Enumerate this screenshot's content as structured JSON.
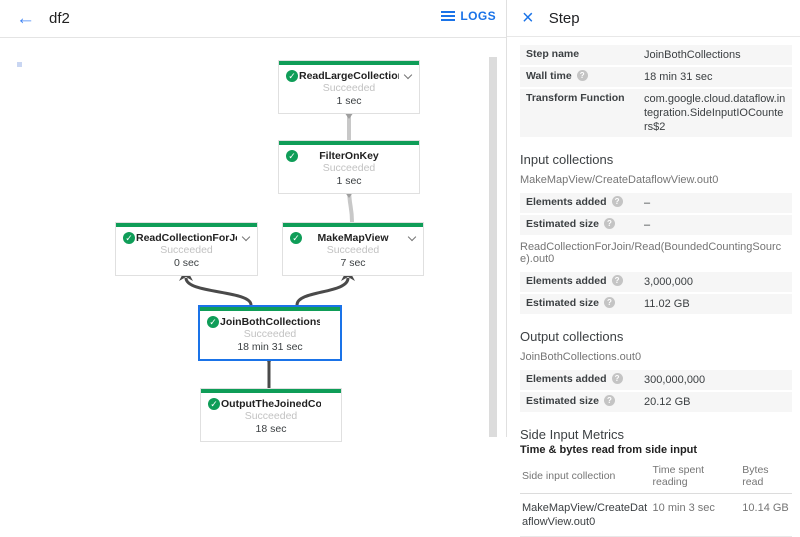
{
  "topbar": {
    "title": "df2",
    "logs_label": "LOGS"
  },
  "icons": {
    "back_arrow": "←",
    "close": "×"
  },
  "graph": {
    "nodes": [
      {
        "title": "ReadLargeCollectionFr...",
        "status": "Succeeded",
        "duration": "1 sec"
      },
      {
        "title": "FilterOnKey",
        "status": "Succeeded",
        "duration": "1 sec"
      },
      {
        "title": "ReadCollectionForJoin",
        "status": "Succeeded",
        "duration": "0 sec"
      },
      {
        "title": "MakeMapView",
        "status": "Succeeded",
        "duration": "7 sec"
      },
      {
        "title": "JoinBothCollections",
        "status": "Succeeded",
        "duration": "18 min 31 sec"
      },
      {
        "title": "OutputTheJoinedCollec...",
        "status": "Succeeded",
        "duration": "18 sec"
      }
    ]
  },
  "panel": {
    "title": "Step",
    "summary": [
      {
        "label": "Step name",
        "value": "JoinBothCollections"
      },
      {
        "label": "Wall time",
        "value": "18 min 31 sec"
      },
      {
        "label": "Transform Function",
        "value": "com.google.cloud.dataflow.integration.SideInputIOCounters$2"
      }
    ],
    "input_collections": {
      "title": "Input collections",
      "groups": [
        {
          "name": "MakeMapView/CreateDataflowView.out0",
          "rows": [
            {
              "label": "Elements added",
              "value": "–"
            },
            {
              "label": "Estimated size",
              "value": "–"
            }
          ]
        },
        {
          "name": "ReadCollectionForJoin/Read(BoundedCountingSource).out0",
          "rows": [
            {
              "label": "Elements added",
              "value": "3,000,000"
            },
            {
              "label": "Estimated size",
              "value": "11.02 GB"
            }
          ]
        }
      ]
    },
    "output_collections": {
      "title": "Output collections",
      "groups": [
        {
          "name": "JoinBothCollections.out0",
          "rows": [
            {
              "label": "Elements added",
              "value": "300,000,000"
            },
            {
              "label": "Estimated size",
              "value": "20.12 GB"
            }
          ]
        }
      ]
    },
    "side_input_metrics": {
      "title": "Side Input Metrics",
      "subtitle": "Time & bytes read from side input",
      "columns": [
        "Side input collection",
        "Time spent reading",
        "Bytes read"
      ],
      "rows": [
        {
          "collection": "MakeMapView/CreateDataflowView.out0",
          "time": "10 min 3 sec",
          "bytes": "10.14 GB"
        }
      ]
    }
  },
  "colors": {
    "success_green": "#0f9d58",
    "accent_blue": "#1a73e8",
    "selected_border": "#1a73e8"
  }
}
